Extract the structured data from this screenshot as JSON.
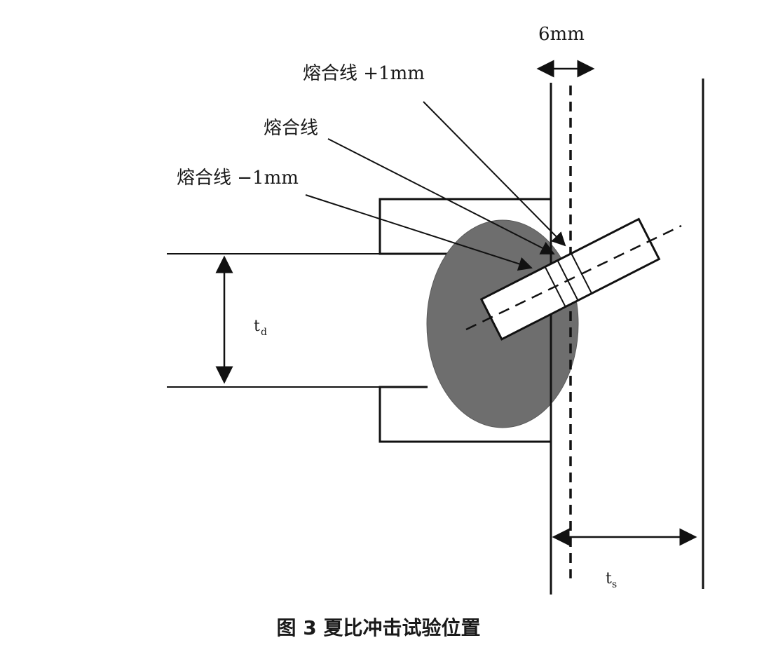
{
  "labels": {
    "width": "6mm",
    "fusion_plus": "熔合线 +1mm",
    "fusion": "熔合线",
    "fusion_minus": "熔合线 −1mm",
    "td_main": "t",
    "td_sub": "d",
    "ts_main": "t",
    "ts_sub": "s"
  },
  "caption": "图 3  夏比冲击试验位置"
}
